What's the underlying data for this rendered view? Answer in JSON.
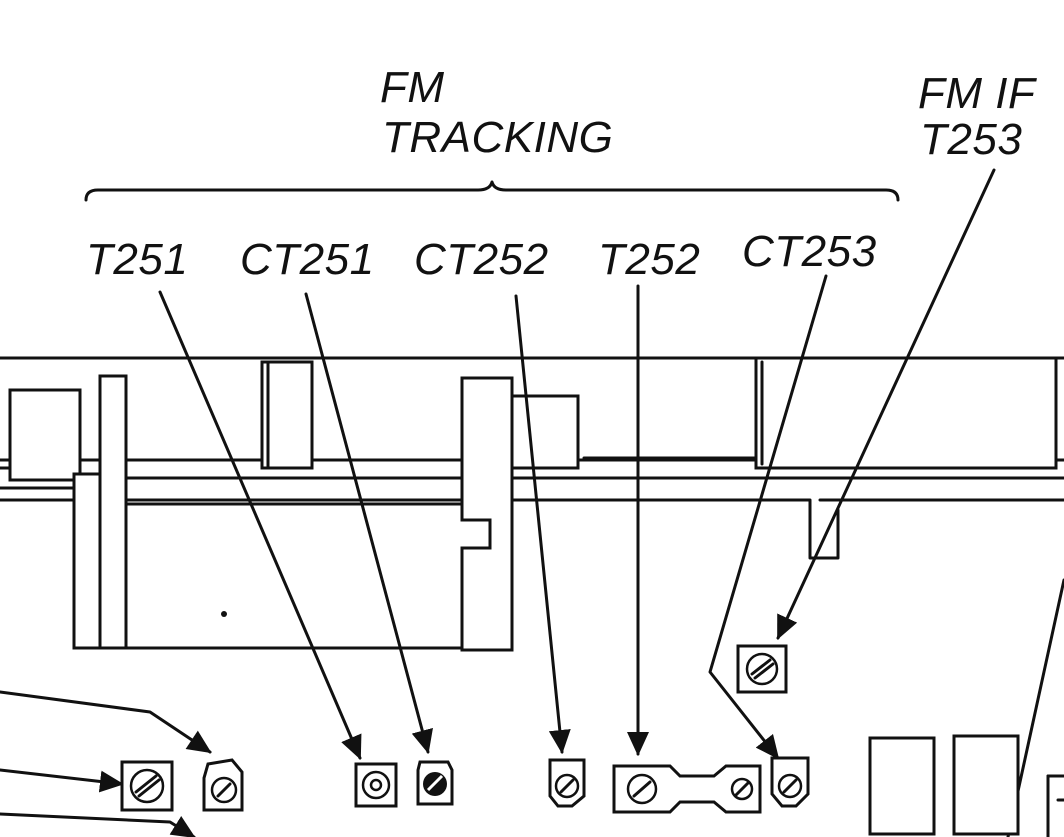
{
  "heading": {
    "line1": "FM",
    "line2": "TRACKING"
  },
  "fm_if": {
    "line1": "FM IF",
    "line2": "T253"
  },
  "labels": {
    "t251": "T251",
    "ct251": "CT251",
    "ct252": "CT252",
    "t252": "T252",
    "ct253": "CT253"
  }
}
